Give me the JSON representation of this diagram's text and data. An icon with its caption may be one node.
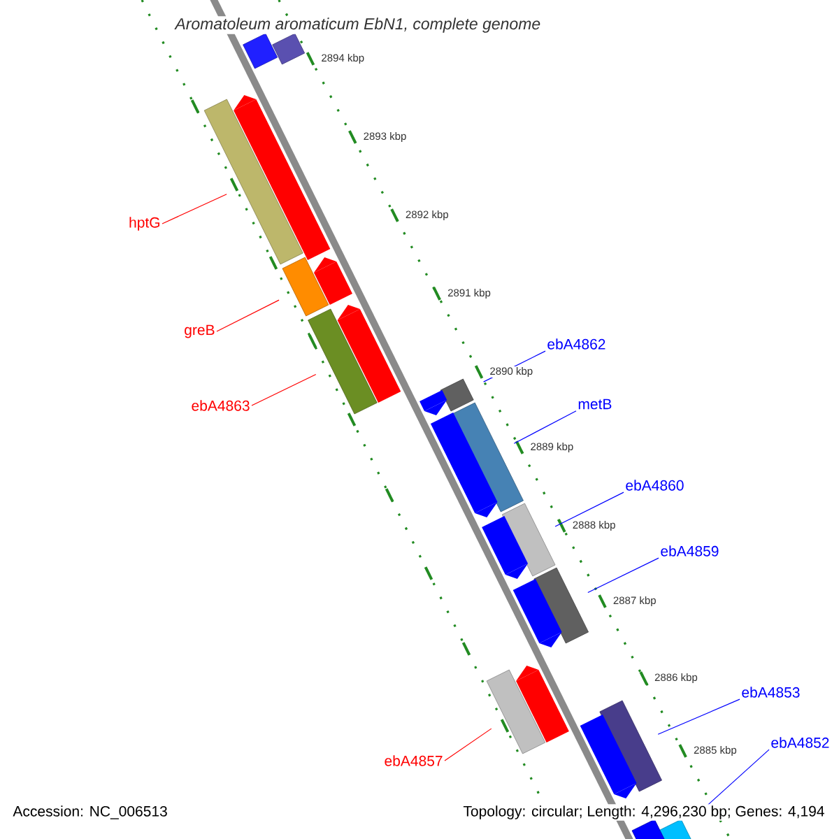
{
  "diagram": {
    "title": "Aromatoleum aromaticum EbN1, complete genome",
    "nodes": [
      {
        "text": [
          "hptG"
        ]
      },
      {
        "text": [],
        "shape": "bar"
      },
      {
        "text": [
          "greB"
        ]
      },
      {
        "text": [],
        "shape": "bar"
      },
      {
        "text": [
          "ebA4863"
        ]
      },
      {
        "text": [],
        "shape": "bar"
      },
      {
        "text": [
          "ebA4862"
        ]
      },
      {
        "text": [],
        "shape": "bar"
      },
      {
        "text": [
          "metB"
        ]
      },
      {
        "text": [],
        "shape": "bar"
      },
      {
        "text": [
          "ebA4860"
        ]
      },
      {
        "text": [],
        "shape": "bar"
      },
      {
        "text": [
          "ebA4859"
        ]
      },
      {
        "text": [],
        "shape": "bar"
      },
      {
        "text": [
          "ebA4853"
        ]
      },
      {
        "text": [],
        "shape": "bar"
      },
      {
        "text": [
          "ebA4852"
        ]
      },
      {
        "text": [],
        "shape": "bar"
      },
      {
        "text": [
          "ebA4857"
        ]
      },
      {
        "text": [],
        "shape": "bar"
      },
      {
        "text": [],
        "shape": "bar"
      },
      {
        "text": [],
        "shape": "bar"
      },
      {
        "text": [],
        "shape": "bar"
      },
      {
        "text": [],
        "shape": "bar"
      },
      {
        "text": [],
        "shape": "bar"
      },
      {
        "text": [],
        "shape": "bar"
      },
      {
        "text": [],
        "shape": "bar"
      },
      {
        "text": [],
        "shape": "bar"
      },
      {
        "text": [],
        "shape": "bar"
      },
      {
        "text": [],
        "shape": "bar"
      },
      {
        "text": [],
        "shape": "bar"
      },
      {
        "text": [],
        "shape": "bar"
      }
    ],
    "edges": [
      {
        "from": 0,
        "to": 1,
        "arrow": "none",
        "color": "#ff0000"
      },
      {
        "from": 2,
        "to": 3,
        "arrow": "none",
        "color": "#ff0000"
      },
      {
        "from": 4,
        "to": 5,
        "arrow": "none",
        "color": "#ff0000"
      },
      {
        "from": 6,
        "to": 7,
        "arrow": "none"
      },
      {
        "from": 8,
        "to": 9,
        "arrow": "none"
      },
      {
        "from": 10,
        "to": 11,
        "arrow": "none"
      },
      {
        "from": 12,
        "to": 13,
        "arrow": "none"
      },
      {
        "from": 14,
        "to": 15,
        "arrow": "none"
      },
      {
        "from": 16,
        "to": 17,
        "arrow": "none"
      },
      {
        "from": 18,
        "to": 19,
        "arrow": "none",
        "color": "#ff0000"
      }
    ],
    "labels": [
      "2894 kbp",
      "2893 kbp",
      "2892 kbp",
      "2891 kbp",
      "2890 kbp",
      "2889 kbp",
      "2888 kbp",
      "2887 kbp",
      "2886 kbp",
      "2885 kbp",
      "Accession: NC_006513",
      "Topology: circular; Length: 4,296,230 bp; Genes: 4,194"
    ]
  }
}
